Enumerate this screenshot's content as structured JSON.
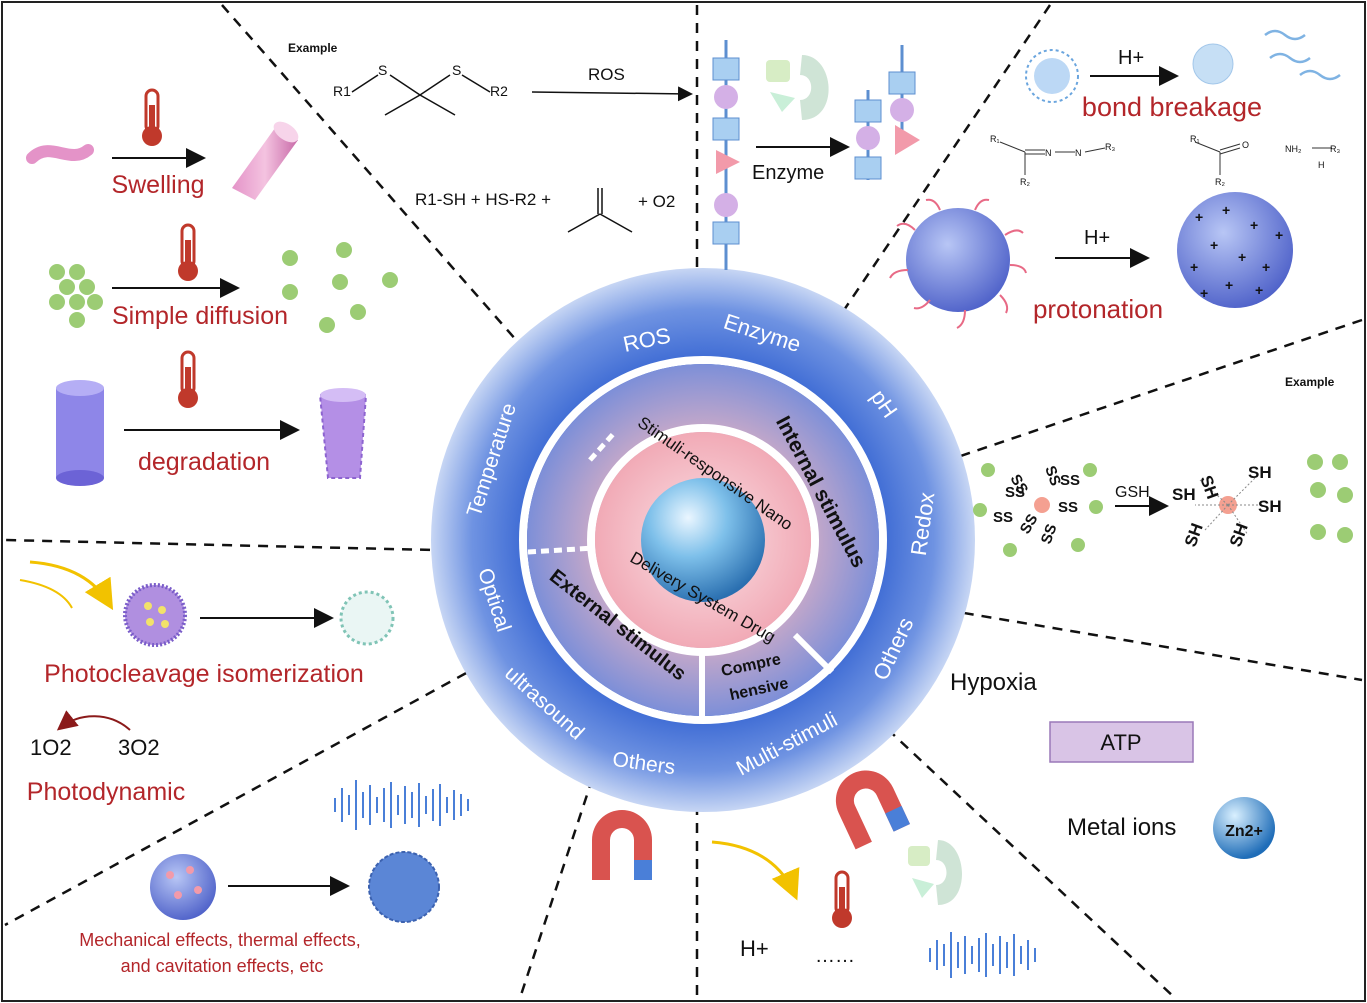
{
  "center": {
    "ring_labels": {
      "ros": "ROS",
      "enzyme": "Enzyme",
      "ph": "pH",
      "redox": "Redox",
      "others_right": "Others",
      "multi_stimuli": "Multi-stimuli",
      "others_bottom": "Others",
      "ultrasound": "ultrasound",
      "optical": "Optical",
      "temperature": "Temperature"
    },
    "internal": "Internal  stimulus",
    "external": "External stimulus",
    "comprehensive_line1": "Compre",
    "comprehensive_line2": "hensive",
    "core_line1": "Stimuli-responsive Nano",
    "core_line2": "Delivery System Drug"
  },
  "temperature": {
    "swelling": "Swelling",
    "simple_diffusion": "Simple diffusion",
    "degradation": "degradation"
  },
  "ros": {
    "example": "Example",
    "r1": "R1",
    "r2": "R2",
    "s": "S",
    "arrow_label": "ROS",
    "products": "R1-SH + HS-R2 +",
    "o2": "+ O2"
  },
  "enzyme": {
    "label": "Enzyme"
  },
  "ph": {
    "h_plus": "H+",
    "bond_breakage": "bond breakage",
    "protonation": "protonation"
  },
  "redox": {
    "example": "Example",
    "gsh": "GSH",
    "ss": "SS",
    "sh": "SH"
  },
  "others": {
    "hypoxia": "Hypoxia",
    "atp": "ATP",
    "metal_ions": "Metal ions",
    "zn": "Zn2+"
  },
  "optical": {
    "photocleavage": "Photocleavage isomerization",
    "singlet": "1O2",
    "triplet": "3O2",
    "photodynamic": "Photodynamic"
  },
  "ultrasound": {
    "line1": "Mechanical effects, thermal effects,",
    "line2": "and cavitation effects, etc"
  },
  "multi": {
    "h_plus": "H+",
    "dots": "……"
  },
  "colors": {
    "red_text": "#b3262a",
    "ring_blue": "#3f6fd6",
    "core_pink": "#f2b8c0",
    "atp_fill": "#d9c4e6"
  }
}
